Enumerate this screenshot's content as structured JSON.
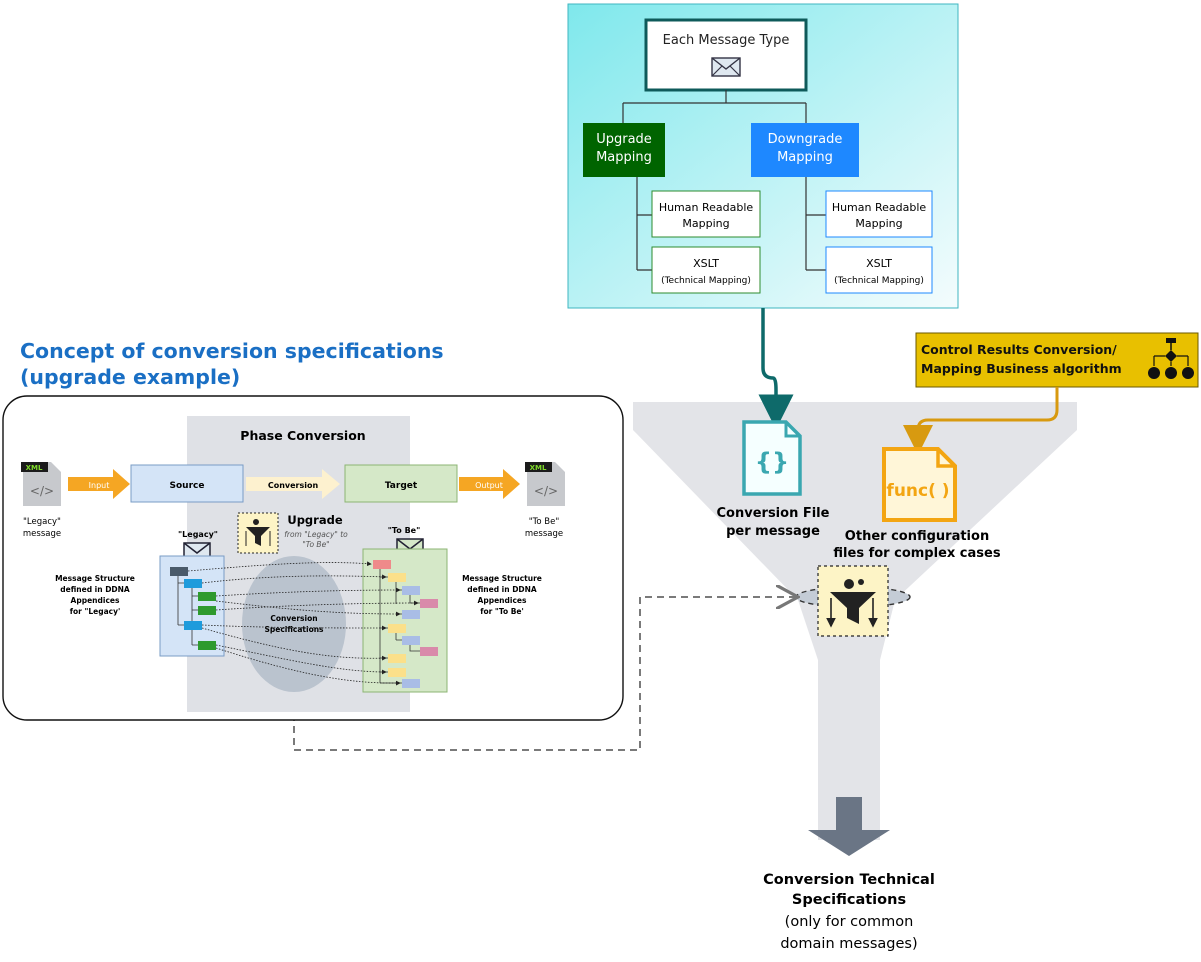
{
  "hierarchy": {
    "root": "Each Message Type",
    "upgrade": {
      "label": [
        "Upgrade",
        "Mapping"
      ],
      "color": "#006400"
    },
    "downgrade": {
      "label": [
        "Downgrade",
        "Mapping"
      ],
      "color": "#1e88ff"
    },
    "upgrade_children": [
      {
        "lines": [
          "Human Readable",
          "Mapping"
        ]
      },
      {
        "lines": [
          "XSLT",
          "(Technical Mapping)"
        ]
      }
    ],
    "downgrade_children": [
      {
        "lines": [
          "Human Readable",
          "Mapping"
        ]
      },
      {
        "lines": [
          "XSLT",
          "(Technical Mapping)"
        ]
      }
    ]
  },
  "concept": {
    "title_lines": [
      "Concept of conversion specifications",
      "(upgrade example)"
    ],
    "title_color": "#1a6fc4",
    "phase": "Phase Conversion",
    "xml_badge": "XML",
    "input": "Input",
    "output": "Output",
    "source": "Source",
    "conversion": "Conversion",
    "target": "Target",
    "legacy_msg": [
      "\"Legacy\"",
      "message"
    ],
    "tobe_msg": [
      "\"To Be\"",
      "message"
    ],
    "upgrade_title": "Upgrade",
    "upgrade_sub": [
      "from \"Legacy\" to",
      "\"To Be\""
    ],
    "legacy_tag": "\"Legacy\"",
    "tobe_tag": "\"To Be\"",
    "left_struct": [
      "Message Structure",
      "defined in DDNA",
      "Appendices",
      "for \"Legacy'"
    ],
    "right_struct": [
      "Message Structure",
      "defined in DDNA",
      "Appendices",
      "for \"To Be'"
    ],
    "conv_specs": [
      "Conversion",
      "Specifications"
    ]
  },
  "funnel": {
    "control": [
      "Control Results Conversion/",
      "Mapping Business algorithm"
    ],
    "control_color": "#e8c000",
    "conv_file": [
      "Conversion File",
      "per message"
    ],
    "func_label": "func( )",
    "other_config": [
      "Other configuration",
      "files for complex cases"
    ],
    "result_bold": [
      "Conversion Technical",
      "Specifications"
    ],
    "result_normal": [
      "(only for common",
      "domain messages)"
    ]
  }
}
